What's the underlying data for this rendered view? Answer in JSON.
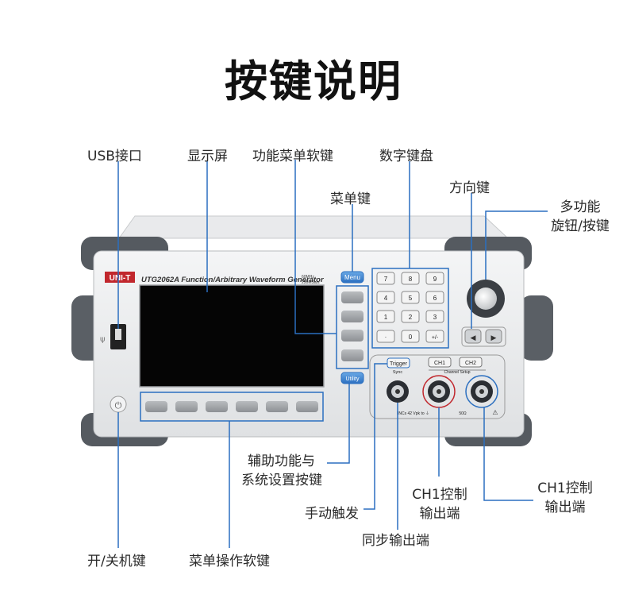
{
  "title": "按键说明",
  "device": {
    "brand": "UNI-T",
    "model_text": "UTG2062A Function/Arbitrary Waveform Generator",
    "spec_line1": "60MHz",
    "spec_line2": "250MSa/s",
    "menu_button": "Menu",
    "utility_button": "Utility",
    "trigger_button": "Trigger",
    "ch1_button": "CH1",
    "ch2_button": "CH2",
    "sync_label": "Sync",
    "channel_setup_label": "Channel Setup",
    "bottom_text": "INCs 42 Vpk to ⏚",
    "impedance_text": "50Ω",
    "keypad": [
      "7",
      "8",
      "9",
      "4",
      "5",
      "6",
      "1",
      "2",
      "3",
      "·",
      "0",
      "+/-"
    ],
    "arrow_left": "◀",
    "arrow_right": "▶"
  },
  "labels": {
    "usb": "USB接口",
    "display": "显示屏",
    "function_menu_softkeys": "功能菜单软键",
    "numeric_keypad": "数字键盘",
    "menu_key": "菜单键",
    "direction_keys": "方向键",
    "multi_knob_line1": "多功能",
    "multi_knob_line2": "旋钮/按键",
    "aux_line1": "辅助功能与",
    "aux_line2": "系统设置按键",
    "manual_trigger": "手动触发",
    "ch1_out_line1": "CH1控制",
    "ch1_out_line2": "输出端",
    "ch2_out_line1": "CH1控制",
    "ch2_out_line2": "输出端",
    "sync_out": "同步输出端",
    "power": "开/关机键",
    "menu_softkeys": "菜单操作软键"
  }
}
